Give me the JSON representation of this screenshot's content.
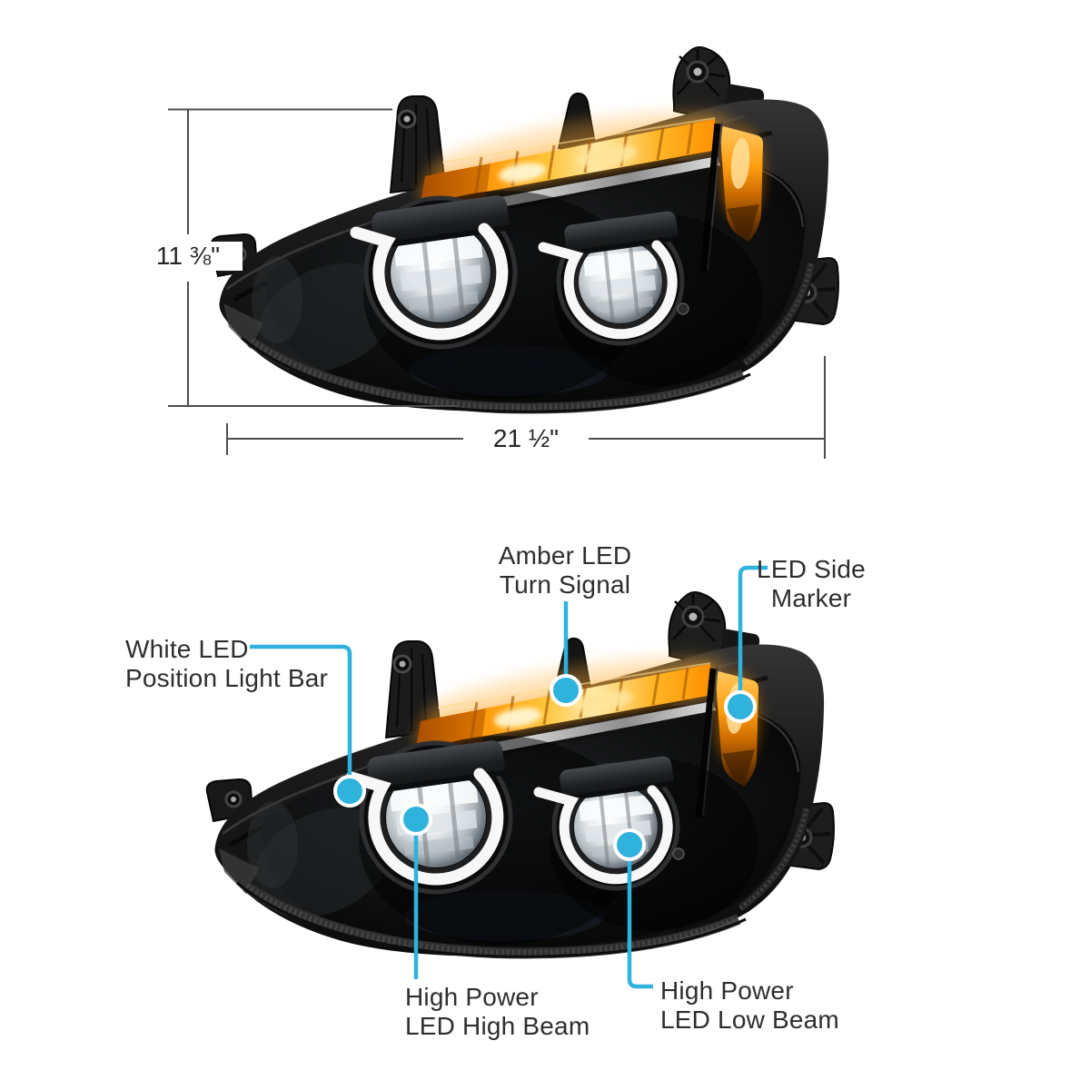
{
  "page": {
    "background": "#ffffff"
  },
  "dimension_figure": {
    "height_label": "11 ⅜\"",
    "width_label": "21 ½\""
  },
  "callout_figure": {
    "callouts": [
      {
        "id": "amber-turn-signal",
        "lines": [
          "Amber LED",
          "Turn Signal"
        ]
      },
      {
        "id": "led-side-marker",
        "lines": [
          "LED Side",
          "Marker"
        ]
      },
      {
        "id": "white-position-bar",
        "lines": [
          "White LED",
          "Position Light Bar"
        ]
      },
      {
        "id": "high-beam",
        "lines": [
          "High Power",
          "LED High Beam"
        ]
      },
      {
        "id": "low-beam",
        "lines": [
          "High Power",
          "LED Low Beam"
        ]
      }
    ]
  },
  "icons": {
    "callout_dot": "circle-pointer-dot"
  },
  "colors": {
    "callout_accent": "#2FB2DC",
    "label_text": "#2E2E2E",
    "dimension_text": "#272324",
    "dimension_line": "#4D4D4D",
    "amber_glow": "#FF9100",
    "halo_white": "#FFFFFF"
  }
}
